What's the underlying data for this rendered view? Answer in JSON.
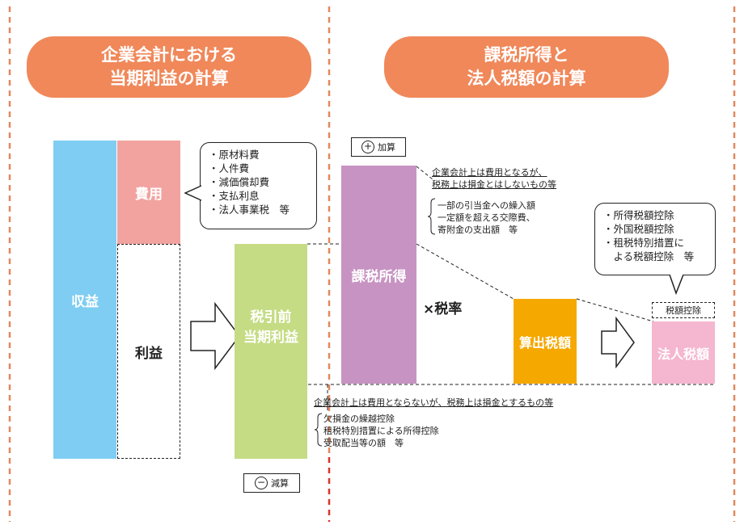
{
  "headers": {
    "left": [
      "企業会計における",
      "当期利益の計算"
    ],
    "right": [
      "課税所得と",
      "法人税額の計算"
    ]
  },
  "blocks": {
    "revenue": "収益",
    "expense": "費用",
    "profit": "利益",
    "pretax": [
      "税引前",
      "当期利益"
    ],
    "taxable_income": "課税所得",
    "rate": "×税率",
    "calculated_tax": "算出税額",
    "corporate_tax": "法人税額"
  },
  "expense_bubble": [
    "・原材料費",
    "・人件費",
    "・減価償却費",
    "・支払利息",
    "・法人事業税　等"
  ],
  "credit_bubble": [
    "・所得税額控除",
    "・外国税額控除",
    "・租税特別措置に",
    "　よる税額控除　等"
  ],
  "tags": {
    "add_symbol": "+",
    "add": "加算",
    "subtract_symbol": "−",
    "subtract": "減算",
    "credit": "税額控除"
  },
  "add_note": {
    "title": [
      "企業会計上は費用となるが、",
      "税務上は損金とはしないもの等"
    ],
    "items": [
      "一部の引当金への繰入額",
      "一定額を超える交際費、",
      "寄附金の支出額　等"
    ]
  },
  "sub_note": {
    "title": "企業会計上は費用とならないが、税務上は損金とするもの等",
    "items": [
      "欠損金の繰越控除",
      "租税特別措置による所得控除",
      "受取配当等の額　等"
    ]
  },
  "colors": {
    "header": "#f0885a",
    "revenue": "#7fcdf2",
    "expense": "#f2a3a0",
    "pretax": "#c5dc84",
    "taxable": "#c793c2",
    "calculated": "#f5a800",
    "corporate": "#f5b6cf",
    "divider_orange": "#e2885f",
    "divider_red": "#d9352a"
  }
}
